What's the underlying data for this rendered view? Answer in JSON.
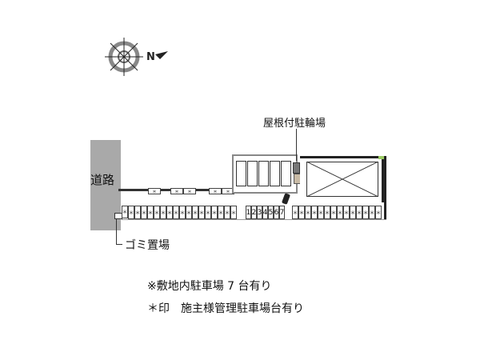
{
  "compass": {
    "label": "N",
    "icon": "compass-rose-icon"
  },
  "labels": {
    "road": "道路",
    "bicycle_shelter": "屋根付駐輪場",
    "garbage": "ゴミ置場"
  },
  "notes": [
    "※敷地内駐車場 7 台有り",
    "＊印　施主様管理駐車場台有り"
  ],
  "parking": {
    "top_row": [
      "＊",
      "＊",
      "＊",
      "＊",
      "＊",
      "＊"
    ],
    "bottom_left_row": [
      "＊",
      "＊",
      "＊",
      "＊",
      "＊",
      "＊",
      "＊",
      "＊",
      "＊",
      "＊",
      "＊",
      "＊",
      "＊",
      "＊",
      "＊",
      "＊",
      "＊",
      "＊"
    ],
    "numbered": [
      "1",
      "2",
      "3",
      "4",
      "5",
      "6",
      "7"
    ],
    "bottom_right_row": [
      "＊",
      "＊",
      "＊",
      "＊",
      "＊",
      "＊",
      "＊",
      "＊",
      "＊",
      "＊",
      "＊",
      "＊",
      "＊",
      "＊"
    ]
  },
  "colors": {
    "road": "#a9a9a9",
    "accent_green": "#9ccc65",
    "dark": "#222222"
  }
}
